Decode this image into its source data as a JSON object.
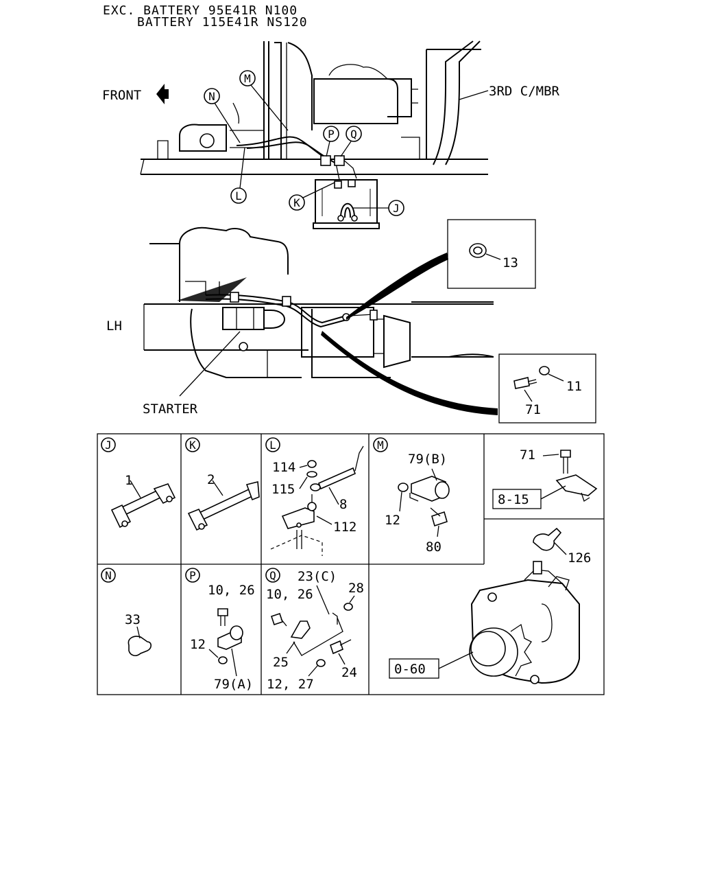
{
  "header": {
    "line1": "EXC. BATTERY 95E41R N100",
    "line2": "BATTERY 115E41R NS120"
  },
  "overview": {
    "front_label": "FRONT",
    "mbr_label": "3RD C/MBR",
    "lh_label": "LH",
    "starter_label": "STARTER",
    "callouts": [
      "M",
      "N",
      "P",
      "Q",
      "L",
      "K",
      "J"
    ]
  },
  "insets": {
    "top": {
      "part": "13"
    },
    "bottom": {
      "parts": [
        "71",
        "11"
      ]
    }
  },
  "panels": {
    "J": {
      "letter": "J",
      "parts": [
        "1"
      ]
    },
    "K": {
      "letter": "K",
      "parts": [
        "2"
      ]
    },
    "L": {
      "letter": "L",
      "parts": [
        "114",
        "115",
        "8",
        "112"
      ]
    },
    "M": {
      "letter": "M",
      "parts": [
        "79(B)",
        "12",
        "80"
      ]
    },
    "R": {
      "parts": [
        "71"
      ],
      "ref": "8-15"
    },
    "N": {
      "letter": "N",
      "parts": [
        "33"
      ]
    },
    "P": {
      "letter": "P",
      "parts": [
        "10, 26",
        "12",
        "79(A)"
      ]
    },
    "Q": {
      "letter": "Q",
      "parts": [
        "23(C)",
        "10, 26",
        "28",
        "25",
        "24",
        "12, 27"
      ]
    },
    "ALT": {
      "parts": [
        "126"
      ],
      "ref": "0-60"
    }
  }
}
